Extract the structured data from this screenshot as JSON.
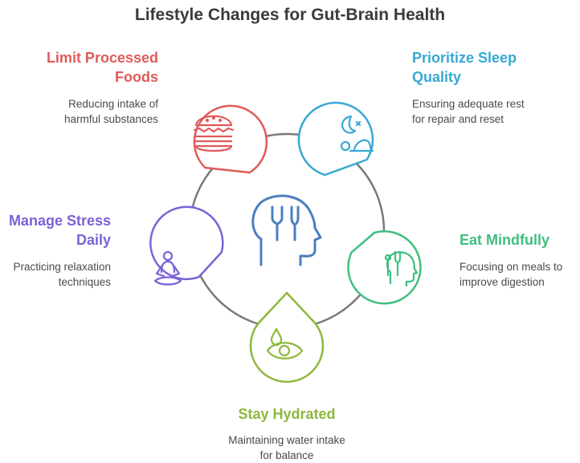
{
  "title": "Lifestyle Changes for Gut-Brain Health",
  "colors": {
    "processed": "#e05a5a",
    "sleep": "#36a9d4",
    "mindful": "#3fbf7f",
    "hydrated": "#8db83c",
    "stress": "#7b62d6",
    "center": "#4a7fc1",
    "ring": "#7a7a7a"
  },
  "items": [
    {
      "heading_lines": [
        "Limit Processed",
        "Foods"
      ],
      "desc_lines": [
        "Reducing intake of",
        "harmful substances"
      ],
      "icon": "burger-icon"
    },
    {
      "heading_lines": [
        "Prioritize Sleep",
        "Quality"
      ],
      "desc_lines": [
        "Ensuring adequate rest",
        "for repair and reset"
      ],
      "icon": "sleep-icon"
    },
    {
      "heading_lines": [
        "Eat Mindfully"
      ],
      "desc_lines": [
        "Focusing on meals to",
        "improve digestion"
      ],
      "icon": "head-utensils-icon"
    },
    {
      "heading_lines": [
        "Stay Hydrated"
      ],
      "desc_lines": [
        "Maintaining water intake",
        "for balance"
      ],
      "icon": "water-eye-icon"
    },
    {
      "heading_lines": [
        "Manage Stress",
        "Daily"
      ],
      "desc_lines": [
        "Practicing relaxation",
        "techniques"
      ],
      "icon": "meditation-icon"
    }
  ],
  "center_icon": "head-fork-knife-icon"
}
